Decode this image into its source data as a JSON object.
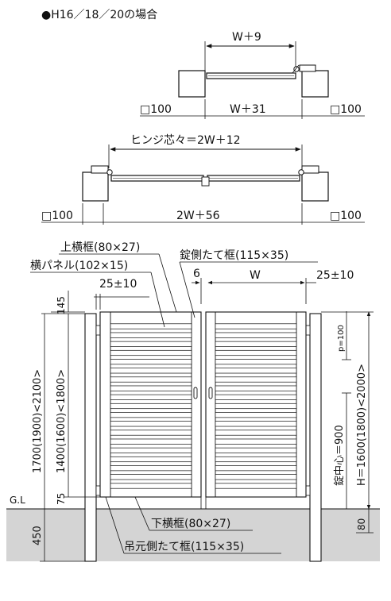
{
  "heading": "●H16／18／20の場合",
  "plan1": {
    "dim_top": "W＋9",
    "dim_bottom": "W＋31",
    "post_left": "□100",
    "post_right": "□100"
  },
  "plan2": {
    "dim_top": "ヒンジ芯々＝2W＋12",
    "dim_bottom": "2W＋56",
    "post_left": "□100",
    "post_right": "□100"
  },
  "elevation": {
    "label_top_rail": "上横框(80×27)",
    "label_panel": "横パネル(102×15)",
    "label_lock_stile": "錠側たて框(115×35)",
    "label_bottom_rail": "下横框(80×27)",
    "label_hinge_stile": "吊元側たて框(115×35)",
    "dim_gap_left": "25±10",
    "dim_gap_right": "25±10",
    "dim_6": "6",
    "dim_w": "W",
    "dim_145": "145",
    "dim_total_left": "1700(1900)<2100>",
    "dim_panel_height": "1400(1600)<1800>",
    "dim_75": "75",
    "dim_450": "450",
    "dim_p": "p=100",
    "dim_lock_center": "錠中心＝900",
    "dim_h": "H＝1600(1800)<2000>",
    "dim_80": "80",
    "gl": "G.L"
  }
}
